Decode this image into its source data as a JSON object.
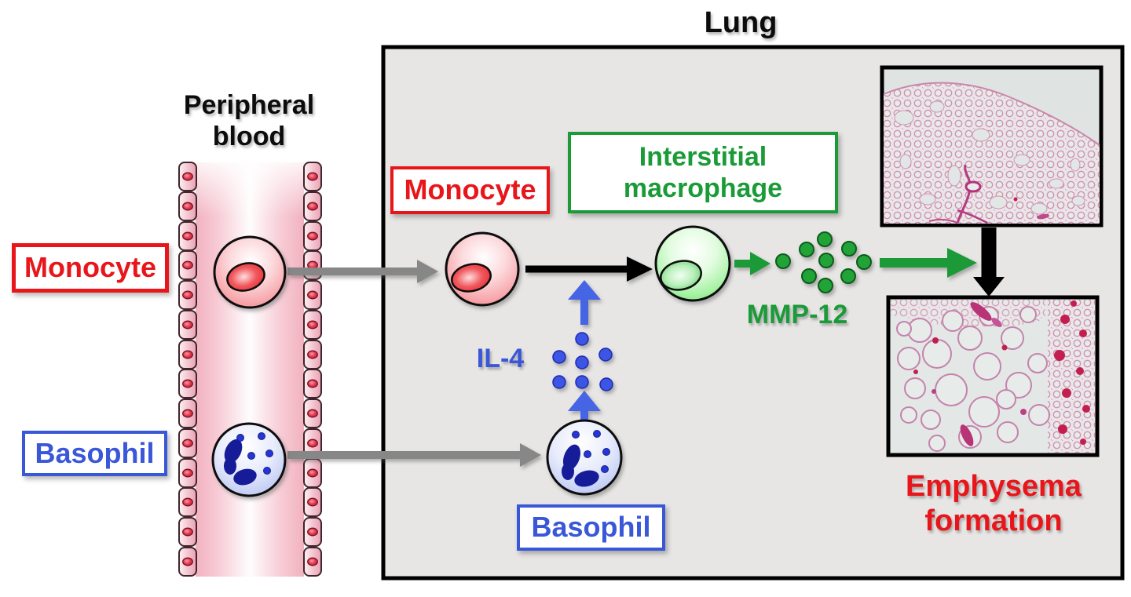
{
  "title": "Lung",
  "blood": {
    "heading": "Peripheral\nblood",
    "monocyte_label": "Monocyte",
    "basophil_label": "Basophil"
  },
  "lung": {
    "monocyte_label": "Monocyte",
    "interstitial_macrophage_label": "Interstitial\nmacrophage",
    "il4_label": "IL-4",
    "mmp12_label": "MMP-12",
    "basophil_label": "Basophil",
    "emphysema_label": "Emphysema\nformation"
  },
  "colors": {
    "red_accent": "#e8161b",
    "blue_accent": "#3a57d8",
    "blue_arrow": "#4565e4",
    "green_accent": "#1a9b38",
    "arrow_gray": "#878787",
    "arrow_black": "#000000",
    "lung_background": "#e7e6e5",
    "vessel_pink": "#f1b2bf"
  }
}
